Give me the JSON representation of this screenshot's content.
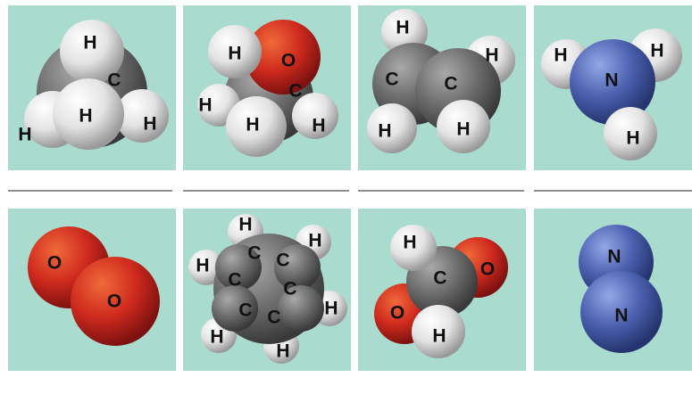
{
  "colors": {
    "panel_background": "#a9dccf",
    "divider": "#8f8f8f",
    "hydrogen": "#ededed",
    "carbon": "#6b6b6b",
    "oxygen": "#cf2a1e",
    "nitrogen": "#4a5fae"
  },
  "molecules": [
    {
      "atoms": [
        {
          "element": "H",
          "label": "H"
        },
        {
          "element": "C",
          "label": "C"
        },
        {
          "element": "H",
          "label": "H"
        },
        {
          "element": "H",
          "label": "H"
        },
        {
          "element": "H",
          "label": "H"
        }
      ]
    },
    {
      "atoms": [
        {
          "element": "H",
          "label": "H"
        },
        {
          "element": "O",
          "label": "O"
        },
        {
          "element": "C",
          "label": "C"
        },
        {
          "element": "H",
          "label": "H"
        },
        {
          "element": "H",
          "label": "H"
        },
        {
          "element": "H",
          "label": "H"
        }
      ]
    },
    {
      "atoms": [
        {
          "element": "H",
          "label": "H"
        },
        {
          "element": "C",
          "label": "C"
        },
        {
          "element": "C",
          "label": "C"
        },
        {
          "element": "H",
          "label": "H"
        },
        {
          "element": "H",
          "label": "H"
        },
        {
          "element": "H",
          "label": "H"
        }
      ]
    },
    {
      "atoms": [
        {
          "element": "H",
          "label": "H"
        },
        {
          "element": "N",
          "label": "N"
        },
        {
          "element": "H",
          "label": "H"
        },
        {
          "element": "H",
          "label": "H"
        }
      ]
    },
    {
      "atoms": [
        {
          "element": "O",
          "label": "O"
        },
        {
          "element": "O",
          "label": "O"
        }
      ]
    },
    {
      "atoms": [
        {
          "element": "H",
          "label": "H"
        },
        {
          "element": "H",
          "label": "H"
        },
        {
          "element": "H",
          "label": "H"
        },
        {
          "element": "H",
          "label": "H"
        },
        {
          "element": "H",
          "label": "H"
        },
        {
          "element": "H",
          "label": "H"
        },
        {
          "element": "C",
          "label": "C"
        },
        {
          "element": "C",
          "label": "C"
        },
        {
          "element": "C",
          "label": "C"
        },
        {
          "element": "C",
          "label": "C"
        },
        {
          "element": "C",
          "label": "C"
        },
        {
          "element": "C",
          "label": "C"
        }
      ]
    },
    {
      "atoms": [
        {
          "element": "H",
          "label": "H"
        },
        {
          "element": "C",
          "label": "C"
        },
        {
          "element": "O",
          "label": "O"
        },
        {
          "element": "O",
          "label": "O"
        },
        {
          "element": "H",
          "label": "H"
        }
      ]
    },
    {
      "atoms": [
        {
          "element": "N",
          "label": "N"
        },
        {
          "element": "N",
          "label": "N"
        }
      ]
    }
  ]
}
